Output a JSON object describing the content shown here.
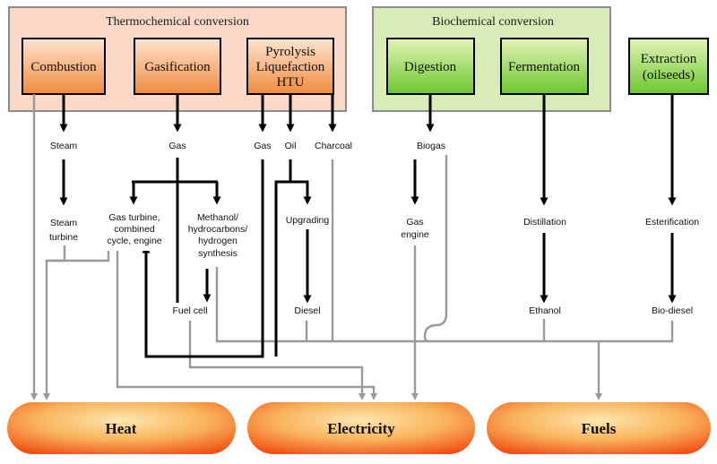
{
  "groups": {
    "thermochemical": {
      "title": "Thermochemical conversion"
    },
    "biochemical": {
      "title": "Biochemical conversion"
    }
  },
  "processes": {
    "combustion": "Combustion",
    "gasification": "Gasification",
    "pyrolysis": [
      "Pyrolysis",
      "Liquefaction",
      "HTU"
    ],
    "digestion": "Digestion",
    "fermentation": "Fermentation",
    "extraction": [
      "Extraction",
      "(oilseeds)"
    ]
  },
  "intermediates": {
    "steam": "Steam",
    "gas_gasification": "Gas",
    "gas_pyrolysis": "Gas",
    "oil": "Oil",
    "charcoal": "Charcoal",
    "biogas": "Biogas",
    "steam_turbine": [
      "Steam",
      "turbine"
    ],
    "gas_turbine": [
      "Gas turbine,",
      "combined",
      "cycle, engine"
    ],
    "methanol": [
      "Methanol/",
      "hydrocarbons/",
      "hydrogen",
      "synthesis"
    ],
    "upgrading": "Upgrading",
    "gas_engine": [
      "Gas",
      "engine"
    ],
    "distillation": "Distillation",
    "esterification": "Esterification",
    "fuel_cell": "Fuel cell",
    "diesel": "Diesel",
    "ethanol": "Ethanol",
    "bio_diesel": "Bio-diesel"
  },
  "outputs": {
    "heat": "Heat",
    "electricity": "Electricity",
    "fuels": "Fuels"
  },
  "colors": {
    "thermo_group_fill": "#fcd9c6",
    "bio_group_fill": "#d9ebb6",
    "process_orange_top": "#fde4cf",
    "process_orange_bottom": "#f08a3f",
    "process_green_top": "#e3f4b8",
    "process_green_bottom": "#6cc72d",
    "output_center": "#fde7b0",
    "output_edge": "#f14a10",
    "thin_arrow": "#9a9a9a",
    "thick_arrow": "#000000"
  }
}
